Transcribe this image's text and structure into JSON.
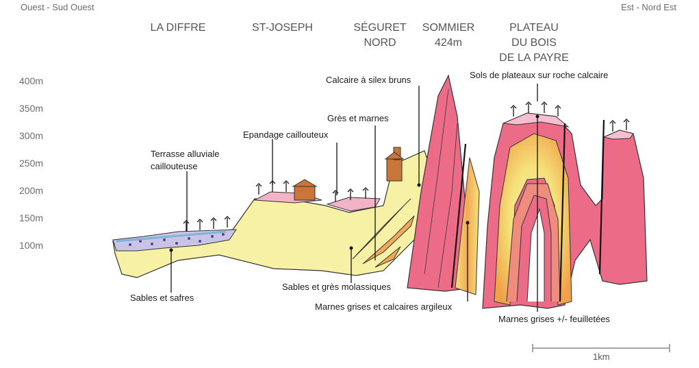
{
  "orientation": {
    "left": "Ouest - Sud Ouest",
    "right": "Est - Nord Est"
  },
  "places": [
    "LA DIFFRE",
    "ST-JOSEPH"
  ],
  "places_multi": {
    "seguret": [
      "SÉGURET",
      "NORD"
    ],
    "sommier": [
      "SOMMIER",
      "424m"
    ],
    "plateau": [
      "PLATEAU",
      "DU BOIS",
      "DE LA PAYRE"
    ]
  },
  "altitudes": [
    "400m",
    "350m",
    "300m",
    "250m",
    "200m",
    "150m",
    "100m"
  ],
  "annotations": {
    "terrasse": [
      "Terrasse alluviale",
      "caillouteuse"
    ],
    "sables_safres": "Sables et safres",
    "epandage": "Epandage caillouteux",
    "gres_marnes": "Grès et marnes",
    "calcaire_silex": "Calcaire à silex bruns",
    "sols_plateaux": "Sols de plateaux sur roche calcaire",
    "sables_gres": "Sables et grès molassiques",
    "marnes_calcaires": "Marnes grises et calcaires argileux",
    "marnes_feuilletees": "Marnes grises +/- feuilletées"
  },
  "scale": {
    "label": "1km"
  },
  "colors": {
    "limestone_pink": "#ec6b86",
    "sands_yellow": "#f7f1a6",
    "terrace_lavender": "#c9c4e6",
    "molasse_orange": "#f3a957"
  }
}
